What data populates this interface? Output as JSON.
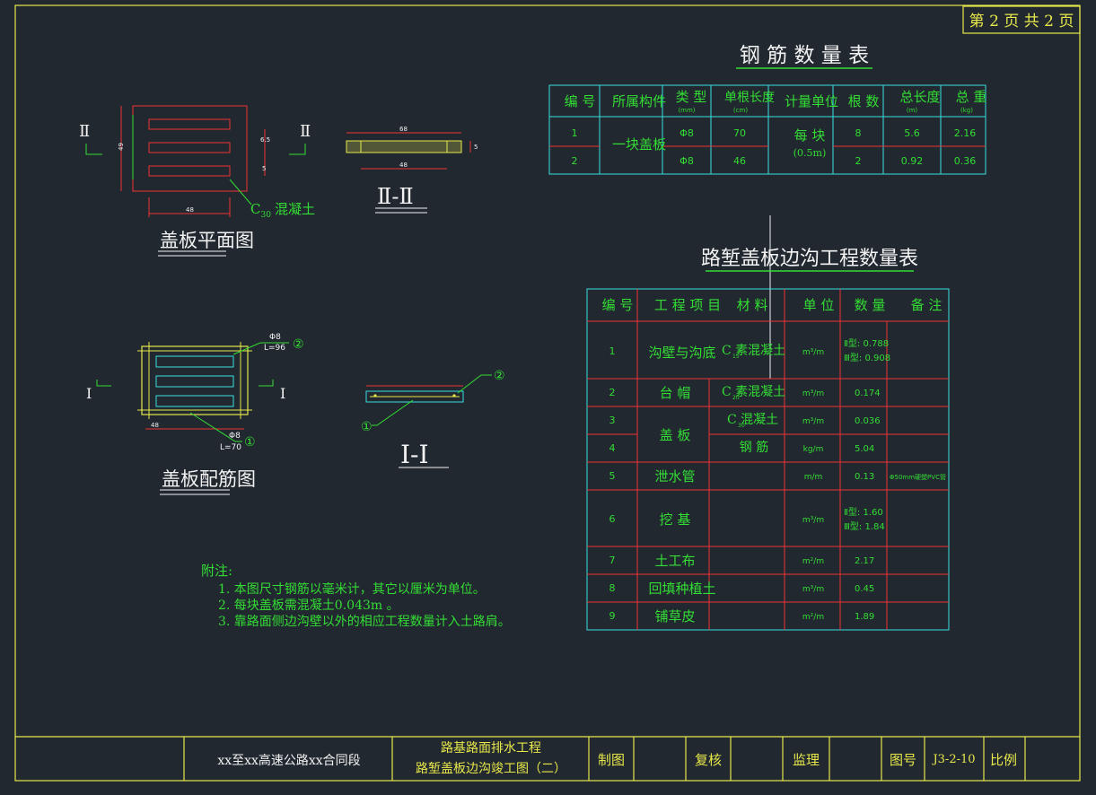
{
  "page_badge": "第 2 页 共 2 页",
  "plan": {
    "title": "盖板平面图",
    "section_mark": "Ⅱ",
    "concrete_label": "C",
    "concrete_sub": "30",
    "concrete_text": "混凝土",
    "dims": {
      "height": "49",
      "width": "48",
      "slot_gap": "6.5",
      "slot_w": "5"
    }
  },
  "section2": {
    "title": "Ⅱ-Ⅱ",
    "dims": {
      "top": "68",
      "bottom": "48",
      "thick": "5"
    }
  },
  "rebar": {
    "title": "盖板配筋图",
    "section_mark": "Ⅰ",
    "label2_dia": "Φ8",
    "label2_len": "L=96",
    "label2_num": "②",
    "label1_dia": "Φ8",
    "label1_len": "L=70",
    "label1_num": "①",
    "dim": "48"
  },
  "section1": {
    "title": "Ⅰ-Ⅰ",
    "num1": "①",
    "num2": "②"
  },
  "notes": {
    "title": "附注:",
    "items": [
      "1. 本图尺寸钢筋以毫米计，其它以厘米为单位。",
      "2. 每块盖板需混凝土0.043m  。",
      "3. 靠路面侧边沟壁以外的相应工程数量计入土路肩。"
    ]
  },
  "steel_table": {
    "title": "钢 筋 数 量 表",
    "headers": [
      "编 号",
      "所属构件",
      "类 型",
      "单根长度",
      "计量单位",
      "根 数",
      "总长度",
      "总 重"
    ],
    "header_units": [
      "",
      "",
      "(mm)",
      "(cm)",
      "",
      "",
      "(m)",
      "(kg)"
    ],
    "component": "一块盖板",
    "unit": "每 块",
    "unit_sub": "(0.5m)",
    "rows": [
      {
        "no": "1",
        "type": "Φ8",
        "len": "70",
        "count": "8",
        "total_len": "5.6",
        "weight": "2.16"
      },
      {
        "no": "2",
        "type": "Φ8",
        "len": "46",
        "count": "2",
        "total_len": "0.92",
        "weight": "0.36"
      }
    ]
  },
  "work_table": {
    "title": "路堑盖板边沟工程数量表",
    "headers": [
      "编 号",
      "工 程 项 目",
      "材 料",
      "单 位",
      "数 量",
      "备 注"
    ],
    "rows": [
      {
        "no": "1",
        "item": "沟壁与沟底",
        "material": "C   素混凝土",
        "mat_sub": "15",
        "unit": "m³/m",
        "qty1": "Ⅱ型: 0.788",
        "qty2": "Ⅲ型: 0.908",
        "note": ""
      },
      {
        "no": "2",
        "item": "台 帽",
        "material": "C   素混凝土",
        "mat_sub": "20",
        "unit": "m³/m",
        "qty1": "0.174",
        "qty2": "",
        "note": ""
      },
      {
        "no": "3",
        "item": "盖 板",
        "material": "C   混凝土",
        "mat_sub": "30",
        "unit": "m³/m",
        "qty1": "0.036",
        "qty2": "",
        "note": ""
      },
      {
        "no": "4",
        "item": "",
        "material": "钢 筋",
        "mat_sub": "",
        "unit": "kg/m",
        "qty1": "5.04",
        "qty2": "",
        "note": ""
      },
      {
        "no": "5",
        "item": "泄水管",
        "material": "",
        "mat_sub": "",
        "unit": "m/m",
        "qty1": "0.13",
        "qty2": "",
        "note": "Φ50mm硬塑PVC管"
      },
      {
        "no": "6",
        "item": "挖 基",
        "material": "",
        "mat_sub": "",
        "unit": "m³/m",
        "qty1": "Ⅱ型: 1.60",
        "qty2": "Ⅲ型: 1.84",
        "note": ""
      },
      {
        "no": "7",
        "item": "土工布",
        "material": "",
        "mat_sub": "",
        "unit": "m²/m",
        "qty1": "2.17",
        "qty2": "",
        "note": ""
      },
      {
        "no": "8",
        "item": "回填种植土",
        "material": "",
        "mat_sub": "",
        "unit": "m³/m",
        "qty1": "0.45",
        "qty2": "",
        "note": ""
      },
      {
        "no": "9",
        "item": "铺草皮",
        "material": "",
        "mat_sub": "",
        "unit": "m²/m",
        "qty1": "1.89",
        "qty2": "",
        "note": ""
      }
    ]
  },
  "title_block": {
    "project": "xx至xx高速公路xx合同段",
    "drawing_line1": "路基路面排水工程",
    "drawing_line2": "路堑盖板边沟竣工图（二）",
    "drawn": "制图",
    "checked": "复核",
    "supervisor": "监理",
    "drawing_no_label": "图号",
    "drawing_no": "J3-2-10",
    "scale": "比例"
  },
  "colors": {
    "background": "#212830",
    "frame": "#e8e84a",
    "table_lines": "#36e0e0",
    "red_lines": "#ee3333",
    "text_green": "#33dd33",
    "text_white": "#f2f2f2"
  }
}
